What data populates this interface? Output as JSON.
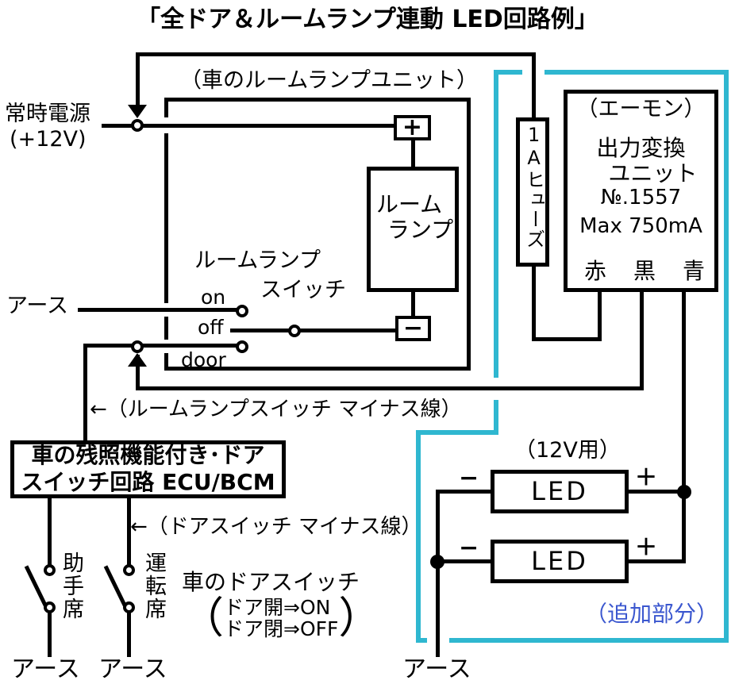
{
  "title": "「全ドア＆ルームランプ連動 LED回路例」",
  "colors": {
    "wire": "#000000",
    "highlight_box": "#2fb7d0",
    "addition_text": "#3b57cf"
  },
  "power": {
    "label": "常時電源",
    "voltage": "(+12V)"
  },
  "room_lamp_unit": {
    "caption": "（車のルームランプユニット）",
    "plus_terminal": "+",
    "minus_terminal": "−",
    "lamp_line1": "ルーム",
    "lamp_line2": "ランプ"
  },
  "room_lamp_switch": {
    "label_line1": "ルームランプ",
    "label_line2": "スイッチ",
    "pos_on": "on",
    "pos_off": "off",
    "pos_door": "door",
    "ground": "アース"
  },
  "notes": {
    "lamp_switch_minus": "←（ルームランプスイッチ マイナス線）",
    "door_switch_minus": "←（ドアスイッチ マイナス線）"
  },
  "ecu_box": {
    "line1": "車の残照機能付き･ドア",
    "line2": "スイッチ回路 ECU/BCM"
  },
  "door_switches": {
    "passenger_seat": "助手席",
    "driver_seat": "運転席",
    "title": "車のドアスイッチ",
    "open_note": "ドア開⇒ON",
    "close_note": "ドア閉⇒OFF",
    "paren_open": "（",
    "paren_close": "）",
    "ground_left": "アース",
    "ground_right": "アース"
  },
  "fuse": {
    "label": "1Aヒューズ"
  },
  "converter": {
    "brand": "（エーモン）",
    "name_line1": "出力変換",
    "name_line2": "ユニット",
    "model": "№.1557",
    "rating": "Max 750mA",
    "terminal_red": "赤",
    "terminal_black": "黒",
    "terminal_blue": "青"
  },
  "led_section": {
    "caption": "（12V用）",
    "led1_label": "LED",
    "led2_label": "LED",
    "led1_minus": "−",
    "led1_plus": "＋",
    "led2_minus": "−",
    "led2_plus": "＋",
    "addition_caption": "（追加部分）",
    "ground": "アース"
  }
}
